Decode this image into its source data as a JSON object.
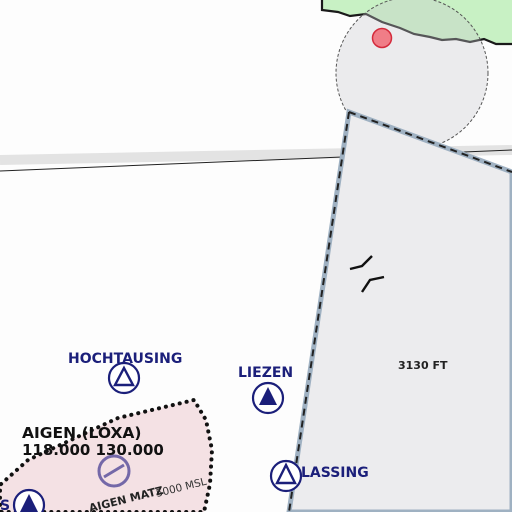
{
  "map": {
    "colors": {
      "background": "#fdfdfd",
      "border_zone": "#c8f1c4",
      "border_line": "#1a1a1a",
      "restricted_fill": "#ececee",
      "restricted_outline": "#9fb1c2",
      "ctr_fill": "#f4e1e4",
      "aerodrome_blue": "#1b1f7a",
      "aerodrome_purple": "#7468a8",
      "obstacle_red": "#f07d87"
    },
    "labels": {
      "hochtausing": "HOCHTAUSING",
      "liezen": "LIEZEN",
      "lassing": "LASSING",
      "aigen_name": "AIGEN (LOXA)",
      "aigen_freq": "118.000 130.000",
      "area_height": "3130 FT",
      "msl_limit": "5000 MSL",
      "matz": "AIGEN MATZ",
      "left_edge": "S"
    },
    "icons": [
      "waypoint-triangle-icon",
      "aerodrome-icon",
      "pass-symbol-icon",
      "obstacle-icon"
    ]
  }
}
